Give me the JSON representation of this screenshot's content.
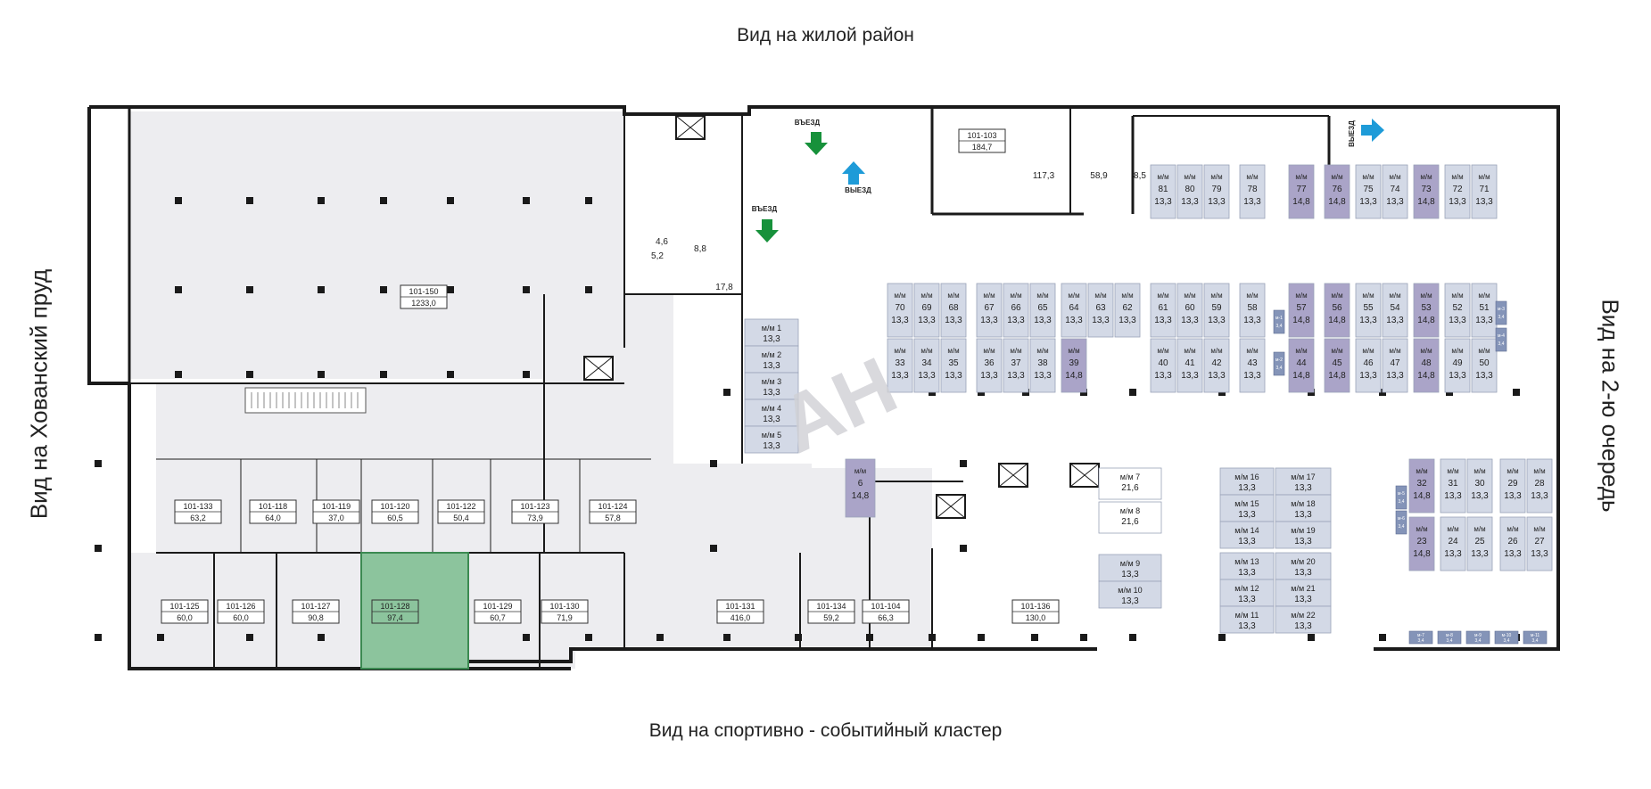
{
  "views": {
    "top": "Вид на жилой район",
    "bottom": "Вид на спортивно - событийный кластер",
    "left": "Вид на Хованский пруд",
    "right": "Вид на 2-ю очередь"
  },
  "colors": {
    "premise_fill": "#ededf0",
    "spot_fill": "#d3d9e6",
    "spot_fill_wide": "#aaa4c8",
    "small_spot_fill": "#8494b8",
    "selected_fill": "#8cc49d",
    "wall": "#1a1a1a",
    "arrow_green": "#17913b",
    "arrow_blue": "#1e9bd8"
  },
  "premises": [
    {
      "id": "101-150",
      "area": "1233,0"
    },
    {
      "id": "101-103",
      "area": "184,7"
    },
    {
      "id": "101-133",
      "area": "63,2"
    },
    {
      "id": "101-118",
      "area": "64,0"
    },
    {
      "id": "101-119",
      "area": "37,0"
    },
    {
      "id": "101-120",
      "area": "60,5"
    },
    {
      "id": "101-122",
      "area": "50,4"
    },
    {
      "id": "101-123",
      "area": "73,9"
    },
    {
      "id": "101-124",
      "area": "57,8"
    },
    {
      "id": "101-125",
      "area": "60,0"
    },
    {
      "id": "101-126",
      "area": "60,0"
    },
    {
      "id": "101-127",
      "area": "90,8"
    },
    {
      "id": "101-128",
      "area": "97,4",
      "selected": true
    },
    {
      "id": "101-129",
      "area": "60,7"
    },
    {
      "id": "101-130",
      "area": "71,9"
    },
    {
      "id": "101-131",
      "area": "416,0"
    },
    {
      "id": "101-134",
      "area": "59,2"
    },
    {
      "id": "101-104",
      "area": "66,3"
    },
    {
      "id": "101-136",
      "area": "130,0"
    }
  ],
  "area_labels": [
    "117,3",
    "58,9",
    "8,5",
    "4,6",
    "5,2",
    "8,8",
    "17,8"
  ],
  "spot_prefix": "м/м",
  "parking_spots": [
    {
      "n": "81",
      "a": "13,3"
    },
    {
      "n": "80",
      "a": "13,3"
    },
    {
      "n": "79",
      "a": "13,3"
    },
    {
      "n": "78",
      "a": "13,3"
    },
    {
      "n": "77",
      "a": "14,8",
      "wide": true
    },
    {
      "n": "76",
      "a": "14,8",
      "wide": true
    },
    {
      "n": "75",
      "a": "13,3"
    },
    {
      "n": "74",
      "a": "13,3"
    },
    {
      "n": "73",
      "a": "14,8",
      "wide": true
    },
    {
      "n": "72",
      "a": "13,3"
    },
    {
      "n": "71",
      "a": "13,3"
    },
    {
      "n": "70",
      "a": "13,3"
    },
    {
      "n": "69",
      "a": "13,3"
    },
    {
      "n": "68",
      "a": "13,3"
    },
    {
      "n": "67",
      "a": "13,3"
    },
    {
      "n": "66",
      "a": "13,3"
    },
    {
      "n": "65",
      "a": "13,3"
    },
    {
      "n": "64",
      "a": "13,3"
    },
    {
      "n": "63",
      "a": "13,3"
    },
    {
      "n": "62",
      "a": "13,3"
    },
    {
      "n": "61",
      "a": "13,3"
    },
    {
      "n": "60",
      "a": "13,3"
    },
    {
      "n": "59",
      "a": "13,3"
    },
    {
      "n": "58",
      "a": "13,3"
    },
    {
      "n": "57",
      "a": "14,8",
      "wide": true
    },
    {
      "n": "56",
      "a": "14,8",
      "wide": true
    },
    {
      "n": "55",
      "a": "13,3"
    },
    {
      "n": "54",
      "a": "13,3"
    },
    {
      "n": "53",
      "a": "14,8",
      "wide": true
    },
    {
      "n": "52",
      "a": "13,3"
    },
    {
      "n": "51",
      "a": "13,3"
    },
    {
      "n": "33",
      "a": "13,3"
    },
    {
      "n": "34",
      "a": "13,3"
    },
    {
      "n": "35",
      "a": "13,3"
    },
    {
      "n": "36",
      "a": "13,3"
    },
    {
      "n": "37",
      "a": "13,3"
    },
    {
      "n": "38",
      "a": "13,3"
    },
    {
      "n": "39",
      "a": "14,8",
      "wide": true
    },
    {
      "n": "40",
      "a": "13,3"
    },
    {
      "n": "41",
      "a": "13,3"
    },
    {
      "n": "42",
      "a": "13,3"
    },
    {
      "n": "43",
      "a": "13,3"
    },
    {
      "n": "44",
      "a": "14,8",
      "wide": true
    },
    {
      "n": "45",
      "a": "14,8",
      "wide": true
    },
    {
      "n": "46",
      "a": "13,3"
    },
    {
      "n": "47",
      "a": "13,3"
    },
    {
      "n": "48",
      "a": "14,8",
      "wide": true
    },
    {
      "n": "49",
      "a": "13,3"
    },
    {
      "n": "50",
      "a": "13,3"
    },
    {
      "n": "1",
      "a": "13,3"
    },
    {
      "n": "2",
      "a": "13,3"
    },
    {
      "n": "3",
      "a": "13,3"
    },
    {
      "n": "4",
      "a": "13,3"
    },
    {
      "n": "5",
      "a": "13,3"
    },
    {
      "n": "6",
      "a": "14,8",
      "wide": true
    },
    {
      "n": "7",
      "a": "21,6",
      "plain": true
    },
    {
      "n": "8",
      "a": "21,6",
      "plain": true
    },
    {
      "n": "9",
      "a": "13,3"
    },
    {
      "n": "10",
      "a": "13,3"
    },
    {
      "n": "16",
      "a": "13,3"
    },
    {
      "n": "17",
      "a": "13,3"
    },
    {
      "n": "15",
      "a": "13,3"
    },
    {
      "n": "18",
      "a": "13,3"
    },
    {
      "n": "14",
      "a": "13,3"
    },
    {
      "n": "19",
      "a": "13,3"
    },
    {
      "n": "13",
      "a": "13,3"
    },
    {
      "n": "20",
      "a": "13,3"
    },
    {
      "n": "12",
      "a": "13,3"
    },
    {
      "n": "21",
      "a": "13,3"
    },
    {
      "n": "11",
      "a": "13,3"
    },
    {
      "n": "22",
      "a": "13,3"
    },
    {
      "n": "32",
      "a": "14,8",
      "wide": true
    },
    {
      "n": "31",
      "a": "13,3"
    },
    {
      "n": "30",
      "a": "13,3"
    },
    {
      "n": "29",
      "a": "13,3"
    },
    {
      "n": "28",
      "a": "13,3"
    },
    {
      "n": "23",
      "a": "14,8",
      "wide": true
    },
    {
      "n": "24",
      "a": "13,3"
    },
    {
      "n": "25",
      "a": "13,3"
    },
    {
      "n": "26",
      "a": "13,3"
    },
    {
      "n": "27",
      "a": "13,3"
    }
  ],
  "small_spots": [
    {
      "n": "м-1",
      "a": "3,4"
    },
    {
      "n": "м-2",
      "a": "3,4"
    },
    {
      "n": "м-3",
      "a": "3,4"
    },
    {
      "n": "м-4",
      "a": "3,4"
    },
    {
      "n": "м-5",
      "a": "3,4"
    },
    {
      "n": "м-6",
      "a": "3,4"
    },
    {
      "n": "м-7",
      "a": "3,4"
    },
    {
      "n": "м-8",
      "a": "3,4"
    },
    {
      "n": "м-9",
      "a": "3,4"
    },
    {
      "n": "м-10",
      "a": "3,4"
    },
    {
      "n": "м-11",
      "a": "3,4"
    }
  ],
  "ramp_labels": {
    "entry": "ВЪЕЗД",
    "exit": "ВЫЕЗД"
  },
  "watermark": "АН"
}
